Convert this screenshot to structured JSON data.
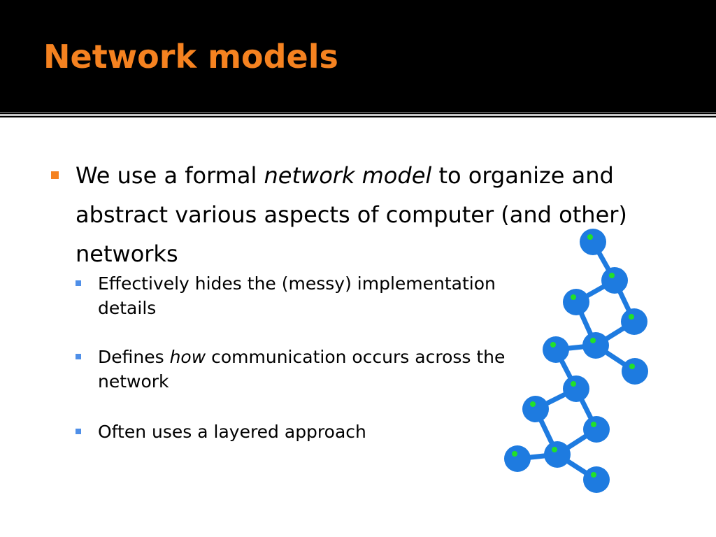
{
  "slide": {
    "title": "Network models",
    "colors": {
      "title": "#F58220",
      "header_background": "#000000",
      "body_background": "#FFFFFF",
      "bullet_primary": "#F58220",
      "bullet_secondary": "#4F8FE8",
      "node_fill": "#1E7BE0",
      "node_dot": "#22E02A",
      "edge": "#1E7BE0"
    },
    "main_bullet": {
      "before": "We use a formal ",
      "emphasis": "network model",
      "after": " to organize and abstract various aspects of computer (and other) networks"
    },
    "sub_bullets": [
      {
        "before": "Effectively hides the (messy) implementation details",
        "emphasis": "",
        "after": ""
      },
      {
        "before": "Defines ",
        "emphasis": "how",
        "after": " communication occurs across the network"
      },
      {
        "before": "Often uses a layered approach",
        "emphasis": "",
        "after": ""
      }
    ],
    "graphic": {
      "icon": "molecule-network-icon"
    }
  }
}
